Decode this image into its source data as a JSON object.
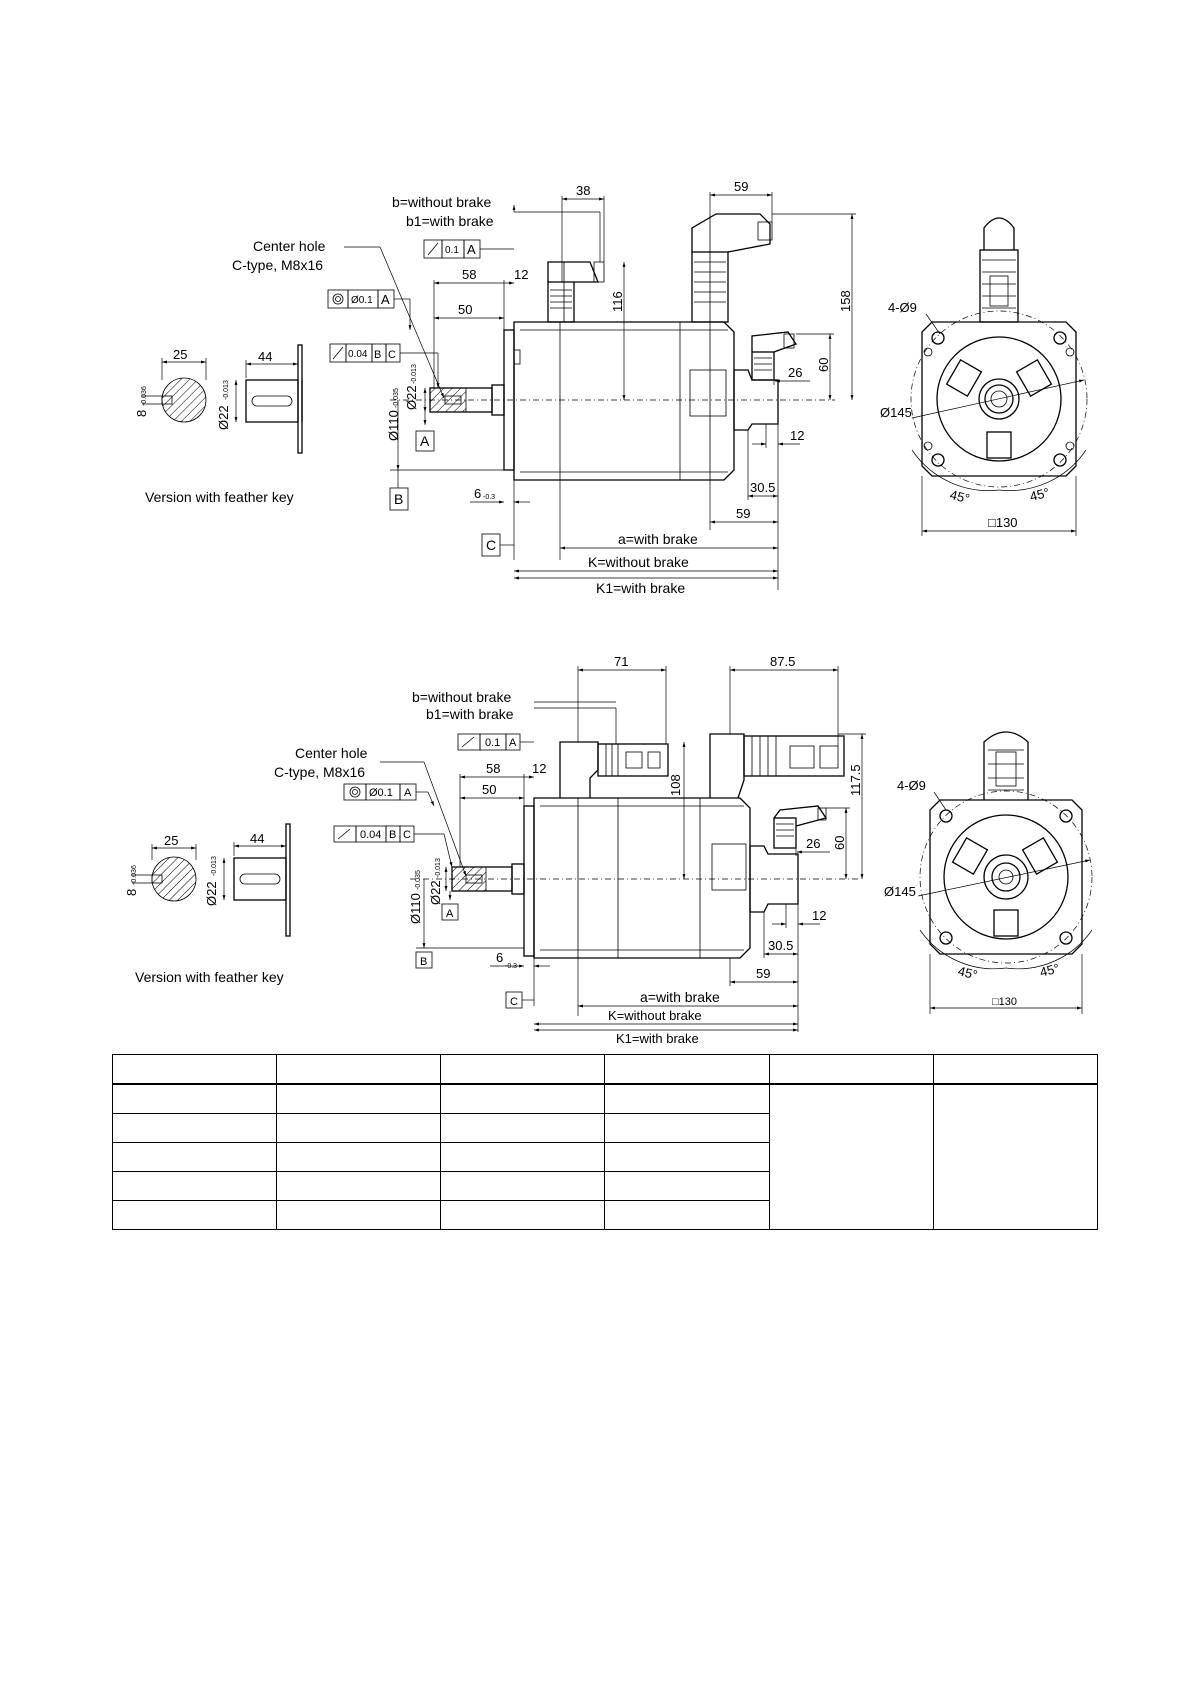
{
  "drawing_top": {
    "labels": {
      "b_without": "b=without brake",
      "b1_with": "b1=with brake",
      "center_hole_1": "Center hole",
      "center_hole_2": "C-type, M8x16",
      "feather_key": "Version with feather key",
      "a_with": "a=with brake",
      "k_without": "K=without brake",
      "k1_with": "K1=with brake",
      "holes": "4-Ø9",
      "pcd": "Ø145",
      "square": "□130",
      "angle_l": "45°",
      "angle_r": "45°"
    },
    "dims": {
      "d38": "38",
      "d59_top": "59",
      "d58": "58",
      "d12_top": "12",
      "d50": "50",
      "d116": "116",
      "d158": "158",
      "d60": "60",
      "d26": "26",
      "d12_right": "12",
      "d30_5": "30.5",
      "d59_bottom": "59",
      "d6": "6",
      "d6_tol": "-0.3",
      "d25": "25",
      "d44": "44",
      "d8": "8",
      "d8_tol": "-0.036",
      "d22_key": "Ø22",
      "d22_key_tol": "-0.013",
      "d110": "Ø110",
      "d110_tol": "-0.035",
      "d22_shaft": "Ø22",
      "d22_shaft_tol": "-0.013"
    },
    "tolerance_frames": {
      "runout_a": {
        "value": "0.1",
        "datum": "A"
      },
      "concentric": {
        "value": "Ø0.1",
        "datum": "A"
      },
      "runout_bc": {
        "value": "0.04",
        "datum1": "B",
        "datum2": "C"
      }
    },
    "datums": {
      "a": "A",
      "b": "B",
      "c": "C"
    }
  },
  "drawing_bottom": {
    "labels": {
      "b_without": "b=without brake",
      "b1_with": "b1=with brake",
      "center_hole_1": "Center hole",
      "center_hole_2": "C-type, M8x16",
      "feather_key": "Version with feather key",
      "a_with": "a=with brake",
      "k_without": "K=without brake",
      "k1_with": "K1=with brake",
      "holes": "4-Ø9",
      "pcd": "Ø145",
      "square": "□130",
      "angle_l": "45°",
      "angle_r": "45°"
    },
    "dims": {
      "d71": "71",
      "d87_5": "87.5",
      "d58": "58",
      "d12_top": "12",
      "d50": "50",
      "d108": "108",
      "d117_5": "117.5",
      "d60": "60",
      "d26": "26",
      "d12_right": "12",
      "d30_5": "30.5",
      "d59_bottom": "59",
      "d6": "6",
      "d6_tol": "-0.3",
      "d25": "25",
      "d44": "44",
      "d8": "8",
      "d8_tol": "-0.036",
      "d22_key": "Ø22",
      "d22_key_tol": "-0.013",
      "d110": "Ø110",
      "d110_tol": "-0.035",
      "d22_shaft": "Ø22",
      "d22_shaft_tol": "-0.013"
    },
    "tolerance_frames": {
      "runout_a": {
        "value": "0.1",
        "datum": "A"
      },
      "concentric": {
        "value": "Ø0.1",
        "datum": "A"
      },
      "runout_bc": {
        "value": "0.04",
        "datum1": "B",
        "datum2": "C"
      }
    },
    "datums": {
      "a": "A",
      "b": "B",
      "c": "C"
    }
  },
  "table": {
    "columns": 6,
    "header": [
      "",
      "",
      "",
      "",
      "",
      ""
    ],
    "rows": [
      [
        "",
        "",
        "",
        ""
      ],
      [
        "",
        "",
        "",
        ""
      ],
      [
        "",
        "",
        "",
        ""
      ],
      [
        "",
        "",
        "",
        ""
      ],
      [
        "",
        "",
        "",
        ""
      ]
    ]
  }
}
